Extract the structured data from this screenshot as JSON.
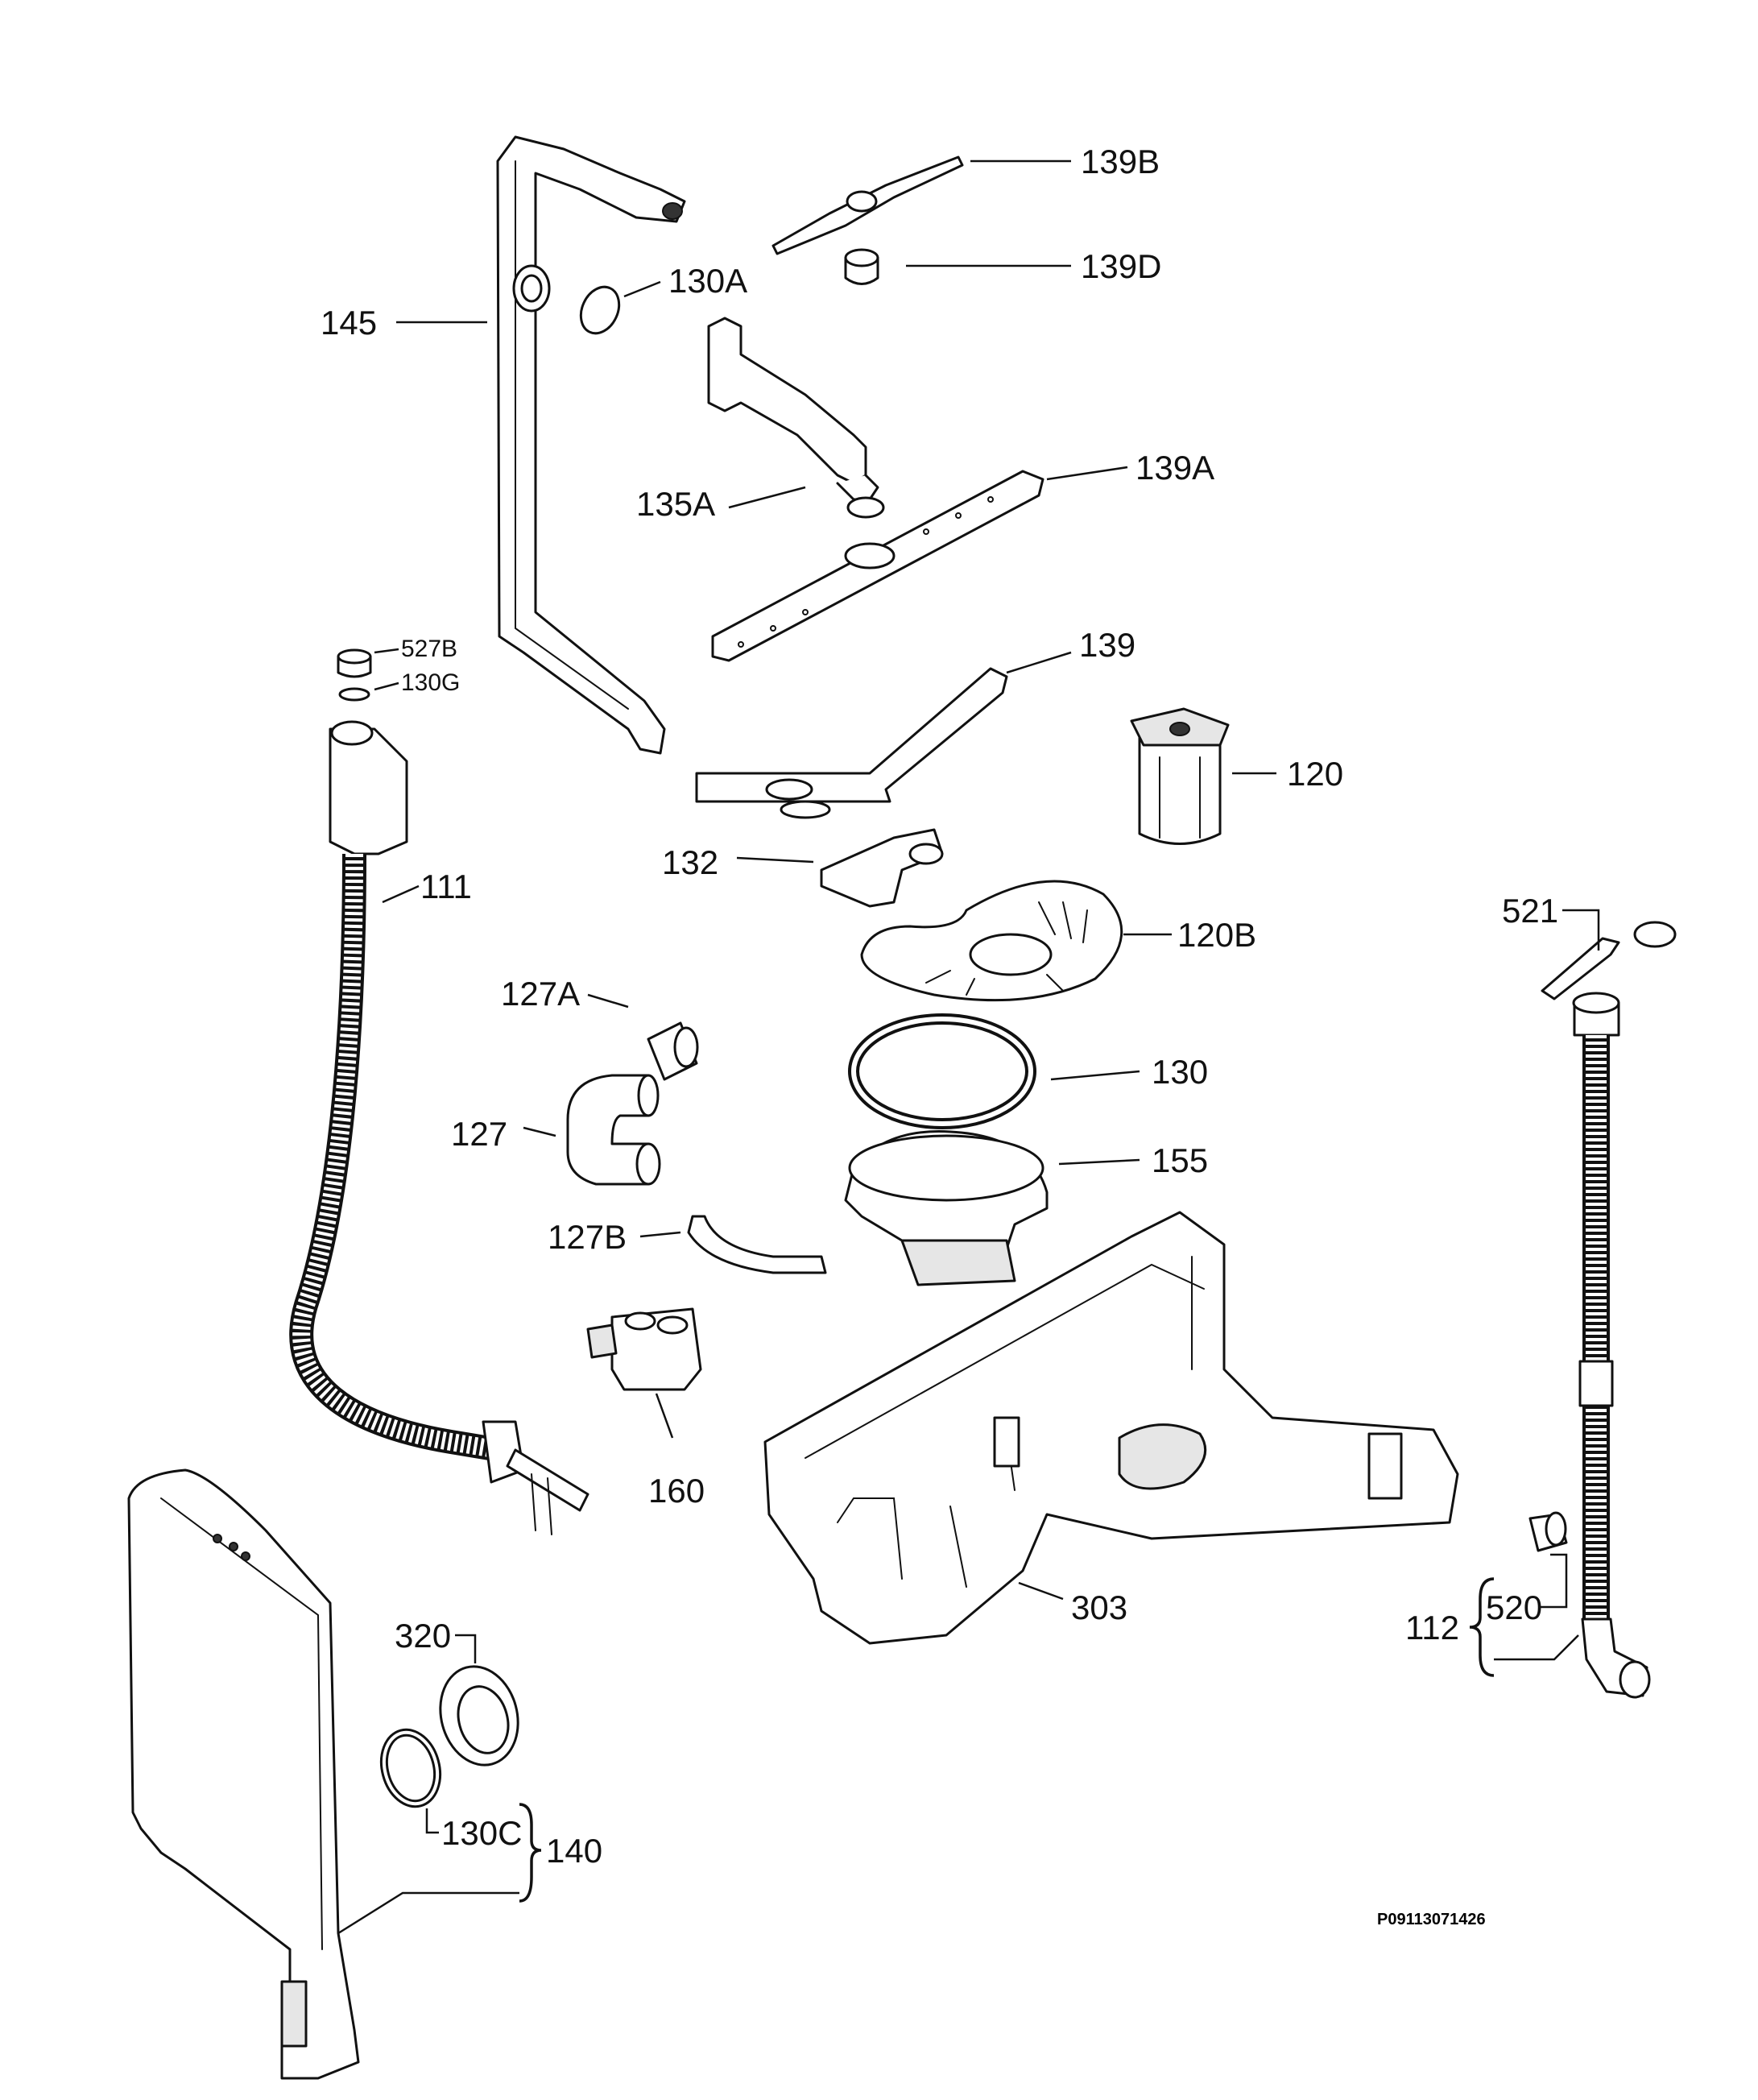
{
  "labels": {
    "l145": "145",
    "l130A": "130A",
    "l139B": "139B",
    "l139D": "139D",
    "l135A": "135A",
    "l139A": "139A",
    "l527B": "527B",
    "l130G": "130G",
    "l139": "139",
    "l120": "120",
    "l111": "111",
    "l132": "132",
    "l120B": "120B",
    "l521": "521",
    "l127A": "127A",
    "l130": "130",
    "l127": "127",
    "l155": "155",
    "l127B": "127B",
    "l160": "160",
    "l303": "303",
    "l320": "320",
    "l112": "112",
    "l520": "520",
    "l130C": "130C",
    "l140": "140"
  },
  "drawing_code": "P09113071426"
}
